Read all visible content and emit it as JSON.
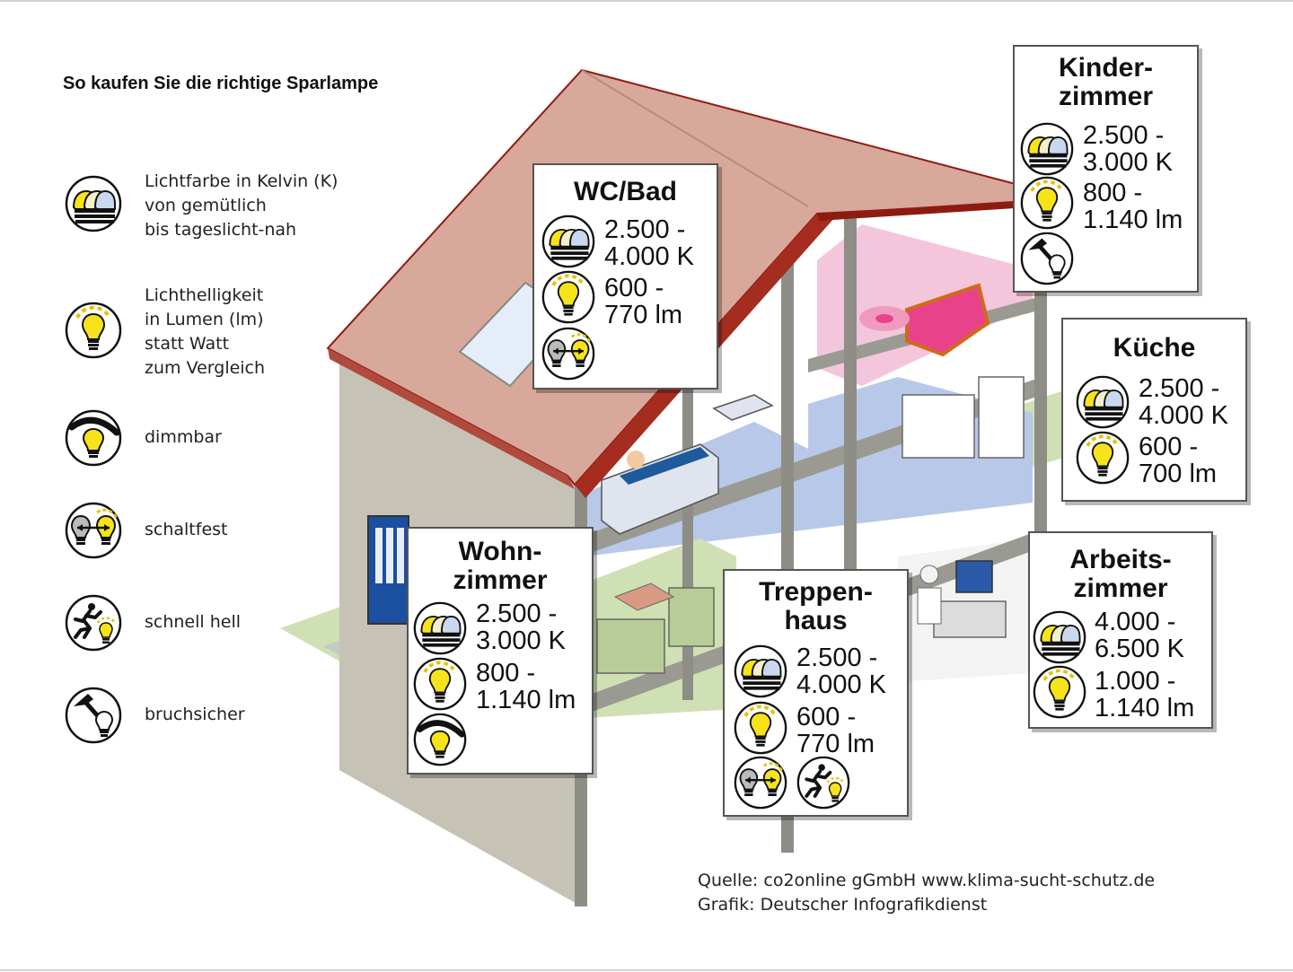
{
  "title": "So kaufen Sie die richtige Sparlampe",
  "legend": [
    {
      "icon": "color-temperature-icon",
      "text": "Lichtfarbe in Kelvin (K)\nvon gemütlich\nbis tageslicht-nah"
    },
    {
      "icon": "brightness-icon",
      "text": "Lichthelligkeit\nin Lumen (lm)\nstatt Watt\nzum Vergleich"
    },
    {
      "icon": "dimmable-icon",
      "text": "dimmbar"
    },
    {
      "icon": "switch-resistant-icon",
      "text": "schaltfest"
    },
    {
      "icon": "quick-bright-icon",
      "text": "schnell hell"
    },
    {
      "icon": "shatterproof-icon",
      "text": "bruchsicher"
    }
  ],
  "rooms": {
    "wc_bad": {
      "name": "WC/Bad",
      "kelvin": "2.500 -\n4.000 K",
      "lumen": "600 -\n770 lm",
      "features": [
        "switch-resistant-icon"
      ]
    },
    "kinderzimmer": {
      "name": "Kinder-\nzimmer",
      "kelvin": "2.500 -\n3.000 K",
      "lumen": "800 -\n1.140 lm",
      "features": [
        "shatterproof-icon"
      ]
    },
    "kueche": {
      "name": "Küche",
      "kelvin": "2.500 -\n4.000 K",
      "lumen": "600 -\n700 lm",
      "features": []
    },
    "wohnzimmer": {
      "name": "Wohn-\nzimmer",
      "kelvin": "2.500 -\n3.000 K",
      "lumen": "800 -\n1.140 lm",
      "features": [
        "dimmable-icon"
      ]
    },
    "treppenhaus": {
      "name": "Treppen-\nhaus",
      "kelvin": "2.500 -\n4.000 K",
      "lumen": "600 -\n770 lm",
      "features": [
        "switch-resistant-icon",
        "quick-bright-icon"
      ]
    },
    "arbeitszimmer": {
      "name": "Arbeits-\nzimmer",
      "kelvin": "4.000 -\n6.500 K",
      "lumen": "1.000 -\n1.140 lm",
      "features": []
    }
  },
  "source": {
    "line1": "Quelle: co2online gGmbH www.klima-sucht-schutz.de",
    "line2": "Grafik: Deutscher Infografikdienst"
  },
  "colors": {
    "roof": "#d8a89a",
    "roof_edge": "#8e1b12",
    "wall": "#c8c4b8",
    "bulb_yellow": "#f7e31a",
    "bath_floor": "#b8c8e8",
    "kids_room": "#f4c6dc",
    "living_floor": "#cfe0b4"
  }
}
